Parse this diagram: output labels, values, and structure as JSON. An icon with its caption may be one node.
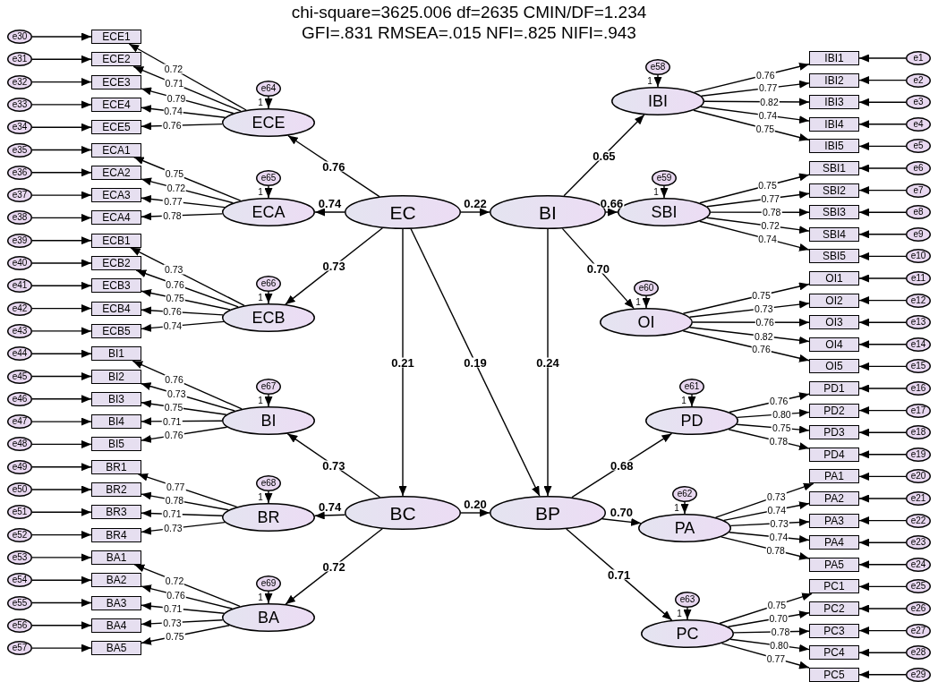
{
  "diagram": {
    "title": "chi-square=3625.006 df=2635 CMIN/DF=1.234 GFI=.831 RMSEA=.015 NFI=.825 NIFI=.943",
    "nodes": [
      {
        "text": [
          "EC"
        ]
      },
      {
        "text": [
          "BI"
        ]
      },
      {
        "text": [
          "BC"
        ]
      },
      {
        "text": [
          "BP"
        ]
      },
      {
        "text": [
          "ECE"
        ]
      },
      {
        "text": [
          "ECA"
        ]
      },
      {
        "text": [
          "ECB"
        ]
      },
      {
        "text": [
          "BI"
        ]
      },
      {
        "text": [
          "BR"
        ]
      },
      {
        "text": [
          "BA"
        ]
      },
      {
        "text": [
          "IBI"
        ]
      },
      {
        "text": [
          "SBI"
        ]
      },
      {
        "text": [
          "OI"
        ]
      },
      {
        "text": [
          "PD"
        ]
      },
      {
        "text": [
          "PA"
        ]
      },
      {
        "text": [
          "PC"
        ]
      },
      {
        "text": [
          "e64"
        ]
      },
      {
        "text": [
          "e65"
        ]
      },
      {
        "text": [
          "e66"
        ]
      },
      {
        "text": [
          "e67"
        ]
      },
      {
        "text": [
          "e68"
        ]
      },
      {
        "text": [
          "e69"
        ]
      },
      {
        "text": [
          "e58"
        ]
      },
      {
        "text": [
          "e59"
        ]
      },
      {
        "text": [
          "e60"
        ]
      },
      {
        "text": [
          "e61"
        ]
      },
      {
        "text": [
          "e62"
        ]
      },
      {
        "text": [
          "e63"
        ]
      },
      {
        "text": [
          "ECE1"
        ]
      },
      {
        "text": [
          "ECE2"
        ]
      },
      {
        "text": [
          "ECE3"
        ]
      },
      {
        "text": [
          "ECE4"
        ]
      },
      {
        "text": [
          "ECE5"
        ]
      },
      {
        "text": [
          "ECA1"
        ]
      },
      {
        "text": [
          "ECA2"
        ]
      },
      {
        "text": [
          "ECA3"
        ]
      },
      {
        "text": [
          "ECA4"
        ]
      },
      {
        "text": [
          "ECB1"
        ]
      },
      {
        "text": [
          "ECB2"
        ]
      },
      {
        "text": [
          "ECB3"
        ]
      },
      {
        "text": [
          "ECB4"
        ]
      },
      {
        "text": [
          "ECB5"
        ]
      },
      {
        "text": [
          "BI1"
        ]
      },
      {
        "text": [
          "BI2"
        ]
      },
      {
        "text": [
          "BI3"
        ]
      },
      {
        "text": [
          "BI4"
        ]
      },
      {
        "text": [
          "BI5"
        ]
      },
      {
        "text": [
          "BR1"
        ]
      },
      {
        "text": [
          "BR2"
        ]
      },
      {
        "text": [
          "BR3"
        ]
      },
      {
        "text": [
          "BR4"
        ]
      },
      {
        "text": [
          "BA1"
        ]
      },
      {
        "text": [
          "BA2"
        ]
      },
      {
        "text": [
          "BA3"
        ]
      },
      {
        "text": [
          "BA4"
        ]
      },
      {
        "text": [
          "BA5"
        ]
      },
      {
        "text": [
          "IBI1"
        ]
      },
      {
        "text": [
          "IBI2"
        ]
      },
      {
        "text": [
          "IBI3"
        ]
      },
      {
        "text": [
          "IBI4"
        ]
      },
      {
        "text": [
          "IBI5"
        ]
      },
      {
        "text": [
          "SBI1"
        ]
      },
      {
        "text": [
          "SBI2"
        ]
      },
      {
        "text": [
          "SBI3"
        ]
      },
      {
        "text": [
          "SBI4"
        ]
      },
      {
        "text": [
          "SBI5"
        ]
      },
      {
        "text": [
          "OI1"
        ]
      },
      {
        "text": [
          "OI2"
        ]
      },
      {
        "text": [
          "OI3"
        ]
      },
      {
        "text": [
          "OI4"
        ]
      },
      {
        "text": [
          "OI5"
        ]
      },
      {
        "text": [
          "PD1"
        ]
      },
      {
        "text": [
          "PD2"
        ]
      },
      {
        "text": [
          "PD3"
        ]
      },
      {
        "text": [
          "PD4"
        ]
      },
      {
        "text": [
          "PA1"
        ]
      },
      {
        "text": [
          "PA2"
        ]
      },
      {
        "text": [
          "PA3"
        ]
      },
      {
        "text": [
          "PA4"
        ]
      },
      {
        "text": [
          "PA5"
        ]
      },
      {
        "text": [
          "PC1"
        ]
      },
      {
        "text": [
          "PC2"
        ]
      },
      {
        "text": [
          "PC3"
        ]
      },
      {
        "text": [
          "PC4"
        ]
      },
      {
        "text": [
          "PC5"
        ]
      },
      {
        "text": [
          "e30"
        ]
      },
      {
        "text": [
          "e31"
        ]
      },
      {
        "text": [
          "e32"
        ]
      },
      {
        "text": [
          "e33"
        ]
      },
      {
        "text": [
          "e34"
        ]
      },
      {
        "text": [
          "e35"
        ]
      },
      {
        "text": [
          "e36"
        ]
      },
      {
        "text": [
          "e37"
        ]
      },
      {
        "text": [
          "e38"
        ]
      },
      {
        "text": [
          "e39"
        ]
      },
      {
        "text": [
          "e40"
        ]
      },
      {
        "text": [
          "e41"
        ]
      },
      {
        "text": [
          "e42"
        ]
      },
      {
        "text": [
          "e43"
        ]
      },
      {
        "text": [
          "e44"
        ]
      },
      {
        "text": [
          "e45"
        ]
      },
      {
        "text": [
          "e46"
        ]
      },
      {
        "text": [
          "e47"
        ]
      },
      {
        "text": [
          "e48"
        ]
      },
      {
        "text": [
          "e49"
        ]
      },
      {
        "text": [
          "e50"
        ]
      },
      {
        "text": [
          "e51"
        ]
      },
      {
        "text": [
          "e52"
        ]
      },
      {
        "text": [
          "e53"
        ]
      },
      {
        "text": [
          "e54"
        ]
      },
      {
        "text": [
          "e55"
        ]
      },
      {
        "text": [
          "e56"
        ]
      },
      {
        "text": [
          "e57"
        ]
      },
      {
        "text": [
          "e1"
        ]
      },
      {
        "text": [
          "e2"
        ]
      },
      {
        "text": [
          "e3"
        ]
      },
      {
        "text": [
          "e4"
        ]
      },
      {
        "text": [
          "e5"
        ]
      },
      {
        "text": [
          "e6"
        ]
      },
      {
        "text": [
          "e7"
        ]
      },
      {
        "text": [
          "e8"
        ]
      },
      {
        "text": [
          "e9"
        ]
      },
      {
        "text": [
          "e10"
        ]
      },
      {
        "text": [
          "e11"
        ]
      },
      {
        "text": [
          "e12"
        ]
      },
      {
        "text": [
          "e13"
        ]
      },
      {
        "text": [
          "e14"
        ]
      },
      {
        "text": [
          "e15"
        ]
      },
      {
        "text": [
          "e16"
        ]
      },
      {
        "text": [
          "e17"
        ]
      },
      {
        "text": [
          "e18"
        ]
      },
      {
        "text": [
          "e19"
        ]
      },
      {
        "text": [
          "e20"
        ]
      },
      {
        "text": [
          "e21"
        ]
      },
      {
        "text": [
          "e22"
        ]
      },
      {
        "text": [
          "e23"
        ]
      },
      {
        "text": [
          "e24"
        ]
      },
      {
        "text": [
          "e25"
        ]
      },
      {
        "text": [
          "e26"
        ]
      },
      {
        "text": [
          "e27"
        ]
      },
      {
        "text": [
          "e28"
        ]
      },
      {
        "text": [
          "e29"
        ]
      }
    ],
    "edges": [
      {
        "from": 0,
        "to": 4,
        "arrow": "to",
        "label": "0.76"
      },
      {
        "from": 0,
        "to": 5,
        "arrow": "to",
        "label": "0.74"
      },
      {
        "from": 0,
        "to": 6,
        "arrow": "to",
        "label": "0.73"
      },
      {
        "from": 0,
        "to": 1,
        "arrow": "to",
        "label": "0.22"
      },
      {
        "from": 0,
        "to": 2,
        "arrow": "to",
        "label": "0.21"
      },
      {
        "from": 0,
        "to": 3,
        "arrow": "to",
        "label": "0.19"
      },
      {
        "from": 1,
        "to": 10,
        "arrow": "to",
        "label": "0.65"
      },
      {
        "from": 1,
        "to": 11,
        "arrow": "to",
        "label": "0.66"
      },
      {
        "from": 1,
        "to": 12,
        "arrow": "to",
        "label": "0.70"
      },
      {
        "from": 1,
        "to": 3,
        "arrow": "to",
        "label": "0.24"
      },
      {
        "from": 2,
        "to": 7,
        "arrow": "to",
        "label": "0.73"
      },
      {
        "from": 2,
        "to": 8,
        "arrow": "to",
        "label": "0.74"
      },
      {
        "from": 2,
        "to": 9,
        "arrow": "to",
        "label": "0.72"
      },
      {
        "from": 2,
        "to": 3,
        "arrow": "to",
        "label": "0.20"
      },
      {
        "from": 3,
        "to": 13,
        "arrow": "to",
        "label": "0.68"
      },
      {
        "from": 3,
        "to": 14,
        "arrow": "to",
        "label": "0.70"
      },
      {
        "from": 3,
        "to": 15,
        "arrow": "to",
        "label": "0.71"
      },
      {
        "from": 16,
        "to": 4,
        "arrow": "to",
        "label": "1"
      },
      {
        "from": 17,
        "to": 5,
        "arrow": "to",
        "label": "1"
      },
      {
        "from": 18,
        "to": 6,
        "arrow": "to",
        "label": "1"
      },
      {
        "from": 19,
        "to": 7,
        "arrow": "to",
        "label": "1"
      },
      {
        "from": 20,
        "to": 8,
        "arrow": "to",
        "label": "1"
      },
      {
        "from": 21,
        "to": 9,
        "arrow": "to",
        "label": "1"
      },
      {
        "from": 22,
        "to": 10,
        "arrow": "to",
        "label": "1"
      },
      {
        "from": 23,
        "to": 11,
        "arrow": "to",
        "label": "1"
      },
      {
        "from": 24,
        "to": 12,
        "arrow": "to",
        "label": "1"
      },
      {
        "from": 25,
        "to": 13,
        "arrow": "to",
        "label": "1"
      },
      {
        "from": 26,
        "to": 14,
        "arrow": "to",
        "label": "1"
      },
      {
        "from": 27,
        "to": 15,
        "arrow": "to",
        "label": "1"
      },
      {
        "from": 4,
        "to": 28,
        "arrow": "to",
        "label": "0.72"
      },
      {
        "from": 4,
        "to": 29,
        "arrow": "to",
        "label": "0.71"
      },
      {
        "from": 4,
        "to": 30,
        "arrow": "to",
        "label": "0.79"
      },
      {
        "from": 4,
        "to": 31,
        "arrow": "to",
        "label": "0.74"
      },
      {
        "from": 4,
        "to": 32,
        "arrow": "to",
        "label": "0.76"
      },
      {
        "from": 5,
        "to": 33,
        "arrow": "to",
        "label": "0.75"
      },
      {
        "from": 5,
        "to": 34,
        "arrow": "to",
        "label": "0.72"
      },
      {
        "from": 5,
        "to": 35,
        "arrow": "to",
        "label": "0.77"
      },
      {
        "from": 5,
        "to": 36,
        "arrow": "to",
        "label": "0.78"
      },
      {
        "from": 6,
        "to": 37,
        "arrow": "to",
        "label": "0.73"
      },
      {
        "from": 6,
        "to": 38,
        "arrow": "to",
        "label": "0.76"
      },
      {
        "from": 6,
        "to": 39,
        "arrow": "to",
        "label": "0.75"
      },
      {
        "from": 6,
        "to": 40,
        "arrow": "to",
        "label": "0.76"
      },
      {
        "from": 6,
        "to": 41,
        "arrow": "to",
        "label": "0.74"
      },
      {
        "from": 7,
        "to": 42,
        "arrow": "to",
        "label": "0.76"
      },
      {
        "from": 7,
        "to": 43,
        "arrow": "to",
        "label": "0.73"
      },
      {
        "from": 7,
        "to": 44,
        "arrow": "to",
        "label": "0.75"
      },
      {
        "from": 7,
        "to": 45,
        "arrow": "to",
        "label": "0.71"
      },
      {
        "from": 7,
        "to": 46,
        "arrow": "to",
        "label": "0.76"
      },
      {
        "from": 8,
        "to": 47,
        "arrow": "to",
        "label": "0.77"
      },
      {
        "from": 8,
        "to": 48,
        "arrow": "to",
        "label": "0.78"
      },
      {
        "from": 8,
        "to": 49,
        "arrow": "to",
        "label": "0.71"
      },
      {
        "from": 8,
        "to": 50,
        "arrow": "to",
        "label": "0.73"
      },
      {
        "from": 9,
        "to": 51,
        "arrow": "to",
        "label": "0.72"
      },
      {
        "from": 9,
        "to": 52,
        "arrow": "to",
        "label": "0.76"
      },
      {
        "from": 9,
        "to": 53,
        "arrow": "to",
        "label": "0.71"
      },
      {
        "from": 9,
        "to": 54,
        "arrow": "to",
        "label": "0.73"
      },
      {
        "from": 9,
        "to": 55,
        "arrow": "to",
        "label": "0.75"
      },
      {
        "from": 10,
        "to": 56,
        "arrow": "to",
        "label": "0.76"
      },
      {
        "from": 10,
        "to": 57,
        "arrow": "to",
        "label": "0.77"
      },
      {
        "from": 10,
        "to": 58,
        "arrow": "to",
        "label": "0.82"
      },
      {
        "from": 10,
        "to": 59,
        "arrow": "to",
        "label": "0.74"
      },
      {
        "from": 10,
        "to": 60,
        "arrow": "to",
        "label": "0.75"
      },
      {
        "from": 11,
        "to": 61,
        "arrow": "to",
        "label": "0.75"
      },
      {
        "from": 11,
        "to": 62,
        "arrow": "to",
        "label": "0.77"
      },
      {
        "from": 11,
        "to": 63,
        "arrow": "to",
        "label": "0.78"
      },
      {
        "from": 11,
        "to": 64,
        "arrow": "to",
        "label": "0.72"
      },
      {
        "from": 11,
        "to": 65,
        "arrow": "to",
        "label": "0.74"
      },
      {
        "from": 12,
        "to": 66,
        "arrow": "to",
        "label": "0.75"
      },
      {
        "from": 12,
        "to": 67,
        "arrow": "to",
        "label": "0.73"
      },
      {
        "from": 12,
        "to": 68,
        "arrow": "to",
        "label": "0.76"
      },
      {
        "from": 12,
        "to": 69,
        "arrow": "to",
        "label": "0.82"
      },
      {
        "from": 12,
        "to": 70,
        "arrow": "to",
        "label": "0.76"
      },
      {
        "from": 13,
        "to": 71,
        "arrow": "to",
        "label": "0.76"
      },
      {
        "from": 13,
        "to": 72,
        "arrow": "to",
        "label": "0.80"
      },
      {
        "from": 13,
        "to": 73,
        "arrow": "to",
        "label": "0.75"
      },
      {
        "from": 13,
        "to": 74,
        "arrow": "to",
        "label": "0.78"
      },
      {
        "from": 14,
        "to": 75,
        "arrow": "to",
        "label": "0.73"
      },
      {
        "from": 14,
        "to": 76,
        "arrow": "to",
        "label": "0.74"
      },
      {
        "from": 14,
        "to": 77,
        "arrow": "to",
        "label": "0.73"
      },
      {
        "from": 14,
        "to": 78,
        "arrow": "to",
        "label": "0.74"
      },
      {
        "from": 14,
        "to": 79,
        "arrow": "to",
        "label": "0.78"
      },
      {
        "from": 15,
        "to": 80,
        "arrow": "to",
        "label": "0.75"
      },
      {
        "from": 15,
        "to": 81,
        "arrow": "to",
        "label": "0.70"
      },
      {
        "from": 15,
        "to": 82,
        "arrow": "to",
        "label": "0.78"
      },
      {
        "from": 15,
        "to": 83,
        "arrow": "to",
        "label": "0.80"
      },
      {
        "from": 15,
        "to": 84,
        "arrow": "to",
        "label": "0.77"
      },
      {
        "from": 85,
        "to": 28,
        "arrow": "to"
      },
      {
        "from": 86,
        "to": 29,
        "arrow": "to"
      },
      {
        "from": 87,
        "to": 30,
        "arrow": "to"
      },
      {
        "from": 88,
        "to": 31,
        "arrow": "to"
      },
      {
        "from": 89,
        "to": 32,
        "arrow": "to"
      },
      {
        "from": 90,
        "to": 33,
        "arrow": "to"
      },
      {
        "from": 91,
        "to": 34,
        "arrow": "to"
      },
      {
        "from": 92,
        "to": 35,
        "arrow": "to"
      },
      {
        "from": 93,
        "to": 36,
        "arrow": "to"
      },
      {
        "from": 94,
        "to": 37,
        "arrow": "to"
      },
      {
        "from": 95,
        "to": 38,
        "arrow": "to"
      },
      {
        "from": 96,
        "to": 39,
        "arrow": "to"
      },
      {
        "from": 97,
        "to": 40,
        "arrow": "to"
      },
      {
        "from": 98,
        "to": 41,
        "arrow": "to"
      },
      {
        "from": 99,
        "to": 42,
        "arrow": "to"
      },
      {
        "from": 100,
        "to": 43,
        "arrow": "to"
      },
      {
        "from": 101,
        "to": 44,
        "arrow": "to"
      },
      {
        "from": 102,
        "to": 45,
        "arrow": "to"
      },
      {
        "from": 103,
        "to": 46,
        "arrow": "to"
      },
      {
        "from": 104,
        "to": 47,
        "arrow": "to"
      },
      {
        "from": 105,
        "to": 48,
        "arrow": "to"
      },
      {
        "from": 106,
        "to": 49,
        "arrow": "to"
      },
      {
        "from": 107,
        "to": 50,
        "arrow": "to"
      },
      {
        "from": 108,
        "to": 51,
        "arrow": "to"
      },
      {
        "from": 109,
        "to": 52,
        "arrow": "to"
      },
      {
        "from": 110,
        "to": 53,
        "arrow": "to"
      },
      {
        "from": 111,
        "to": 54,
        "arrow": "to"
      },
      {
        "from": 112,
        "to": 55,
        "arrow": "to"
      },
      {
        "from": 113,
        "to": 56,
        "arrow": "to"
      },
      {
        "from": 114,
        "to": 57,
        "arrow": "to"
      },
      {
        "from": 115,
        "to": 58,
        "arrow": "to"
      },
      {
        "from": 116,
        "to": 59,
        "arrow": "to"
      },
      {
        "from": 117,
        "to": 60,
        "arrow": "to"
      },
      {
        "from": 118,
        "to": 61,
        "arrow": "to"
      },
      {
        "from": 119,
        "to": 62,
        "arrow": "to"
      },
      {
        "from": 120,
        "to": 63,
        "arrow": "to"
      },
      {
        "from": 121,
        "to": 64,
        "arrow": "to"
      },
      {
        "from": 122,
        "to": 65,
        "arrow": "to"
      },
      {
        "from": 123,
        "to": 66,
        "arrow": "to"
      },
      {
        "from": 124,
        "to": 67,
        "arrow": "to"
      },
      {
        "from": 125,
        "to": 68,
        "arrow": "to"
      },
      {
        "from": 126,
        "to": 69,
        "arrow": "to"
      },
      {
        "from": 127,
        "to": 70,
        "arrow": "to"
      },
      {
        "from": 128,
        "to": 71,
        "arrow": "to"
      },
      {
        "from": 129,
        "to": 72,
        "arrow": "to"
      },
      {
        "from": 130,
        "to": 73,
        "arrow": "to"
      },
      {
        "from": 131,
        "to": 74,
        "arrow": "to"
      },
      {
        "from": 132,
        "to": 75,
        "arrow": "to"
      },
      {
        "from": 133,
        "to": 76,
        "arrow": "to"
      },
      {
        "from": 134,
        "to": 77,
        "arrow": "to"
      },
      {
        "from": 135,
        "to": 78,
        "arrow": "to"
      },
      {
        "from": 136,
        "to": 79,
        "arrow": "to"
      },
      {
        "from": 137,
        "to": 80,
        "arrow": "to"
      },
      {
        "from": 138,
        "to": 81,
        "arrow": "to"
      },
      {
        "from": 139,
        "to": 82,
        "arrow": "to"
      },
      {
        "from": 140,
        "to": 83,
        "arrow": "to"
      },
      {
        "from": 141,
        "to": 84,
        "arrow": "to"
      }
    ]
  }
}
